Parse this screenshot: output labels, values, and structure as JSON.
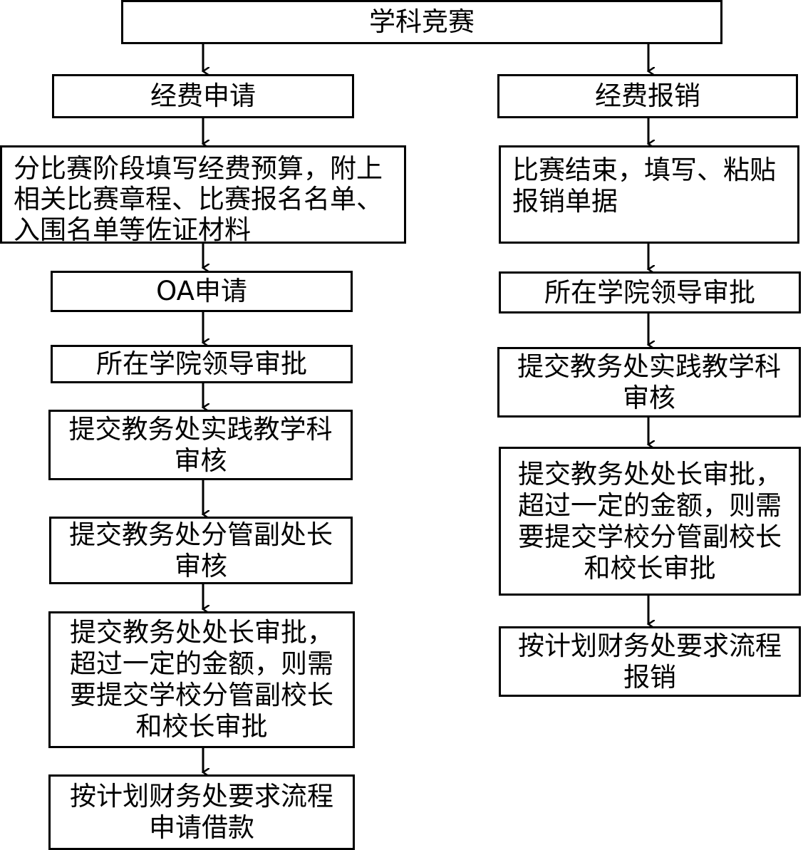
{
  "title": "学科竞赛",
  "left_branch": {
    "header": "经费申请",
    "step_budget": "分比赛阶段填写经费预算，附上相关比赛章程、比赛报名名单、入围名单等佐证材料",
    "step_oa": "OA申请",
    "step_college_leader": "所在学院领导审批",
    "step_practice_dept": "提交教务处实践教学科审核",
    "step_deputy_head": "提交教务处分管副处长审核",
    "step_director": "提交教务处处长审批，超过一定的金额，则需要提交学校分管副校长和校长审批",
    "step_loan": "按计划财务处要求流程申请借款"
  },
  "right_branch": {
    "header": "经费报销",
    "step_receipts": "比赛结束，填写、粘贴报销单据",
    "step_college_leader": "所在学院领导审批",
    "step_practice_dept": "提交教务处实践教学科审核",
    "step_director": "提交教务处处长审批，超过一定的金额，则需要提交学校分管副校长和校长审批",
    "step_reimburse": "按计划财务处要求流程报销"
  }
}
